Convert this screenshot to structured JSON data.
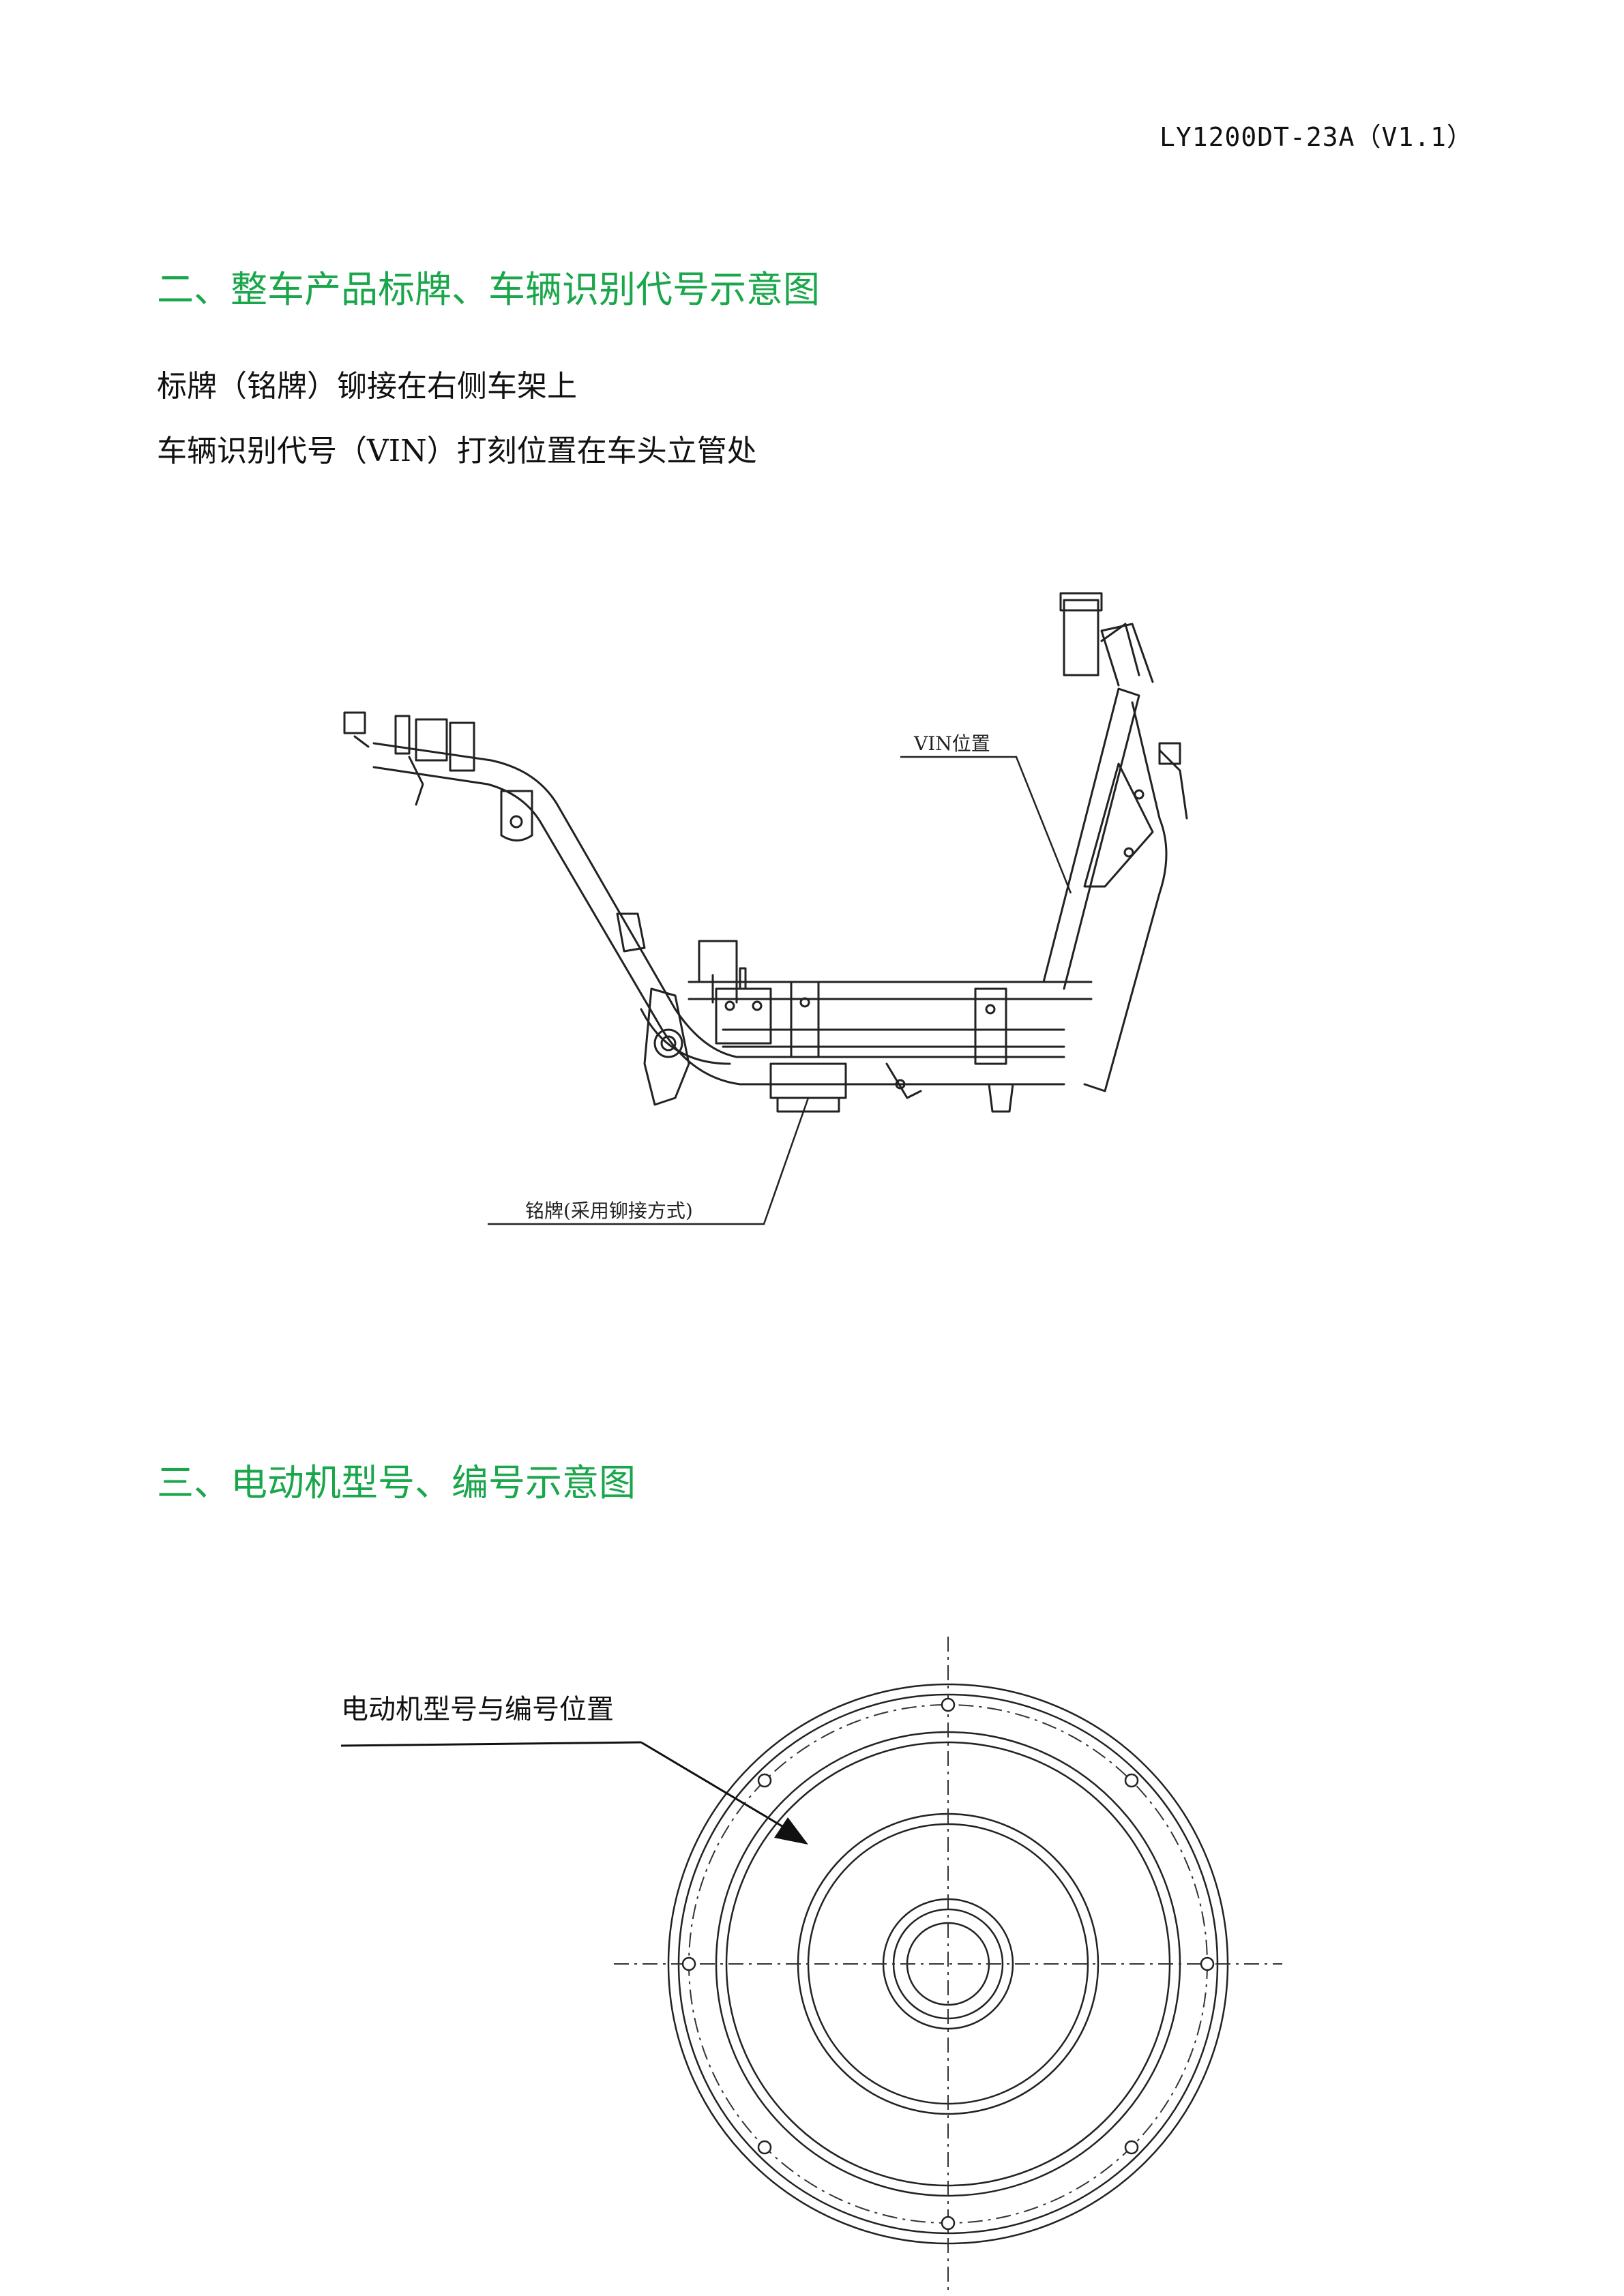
{
  "header": {
    "doc_code": "LY1200DT-23A（V1.1）"
  },
  "section2": {
    "title": "二、整车产品标牌、车辆识别代号示意图",
    "line1": "标牌（铭牌）铆接在右侧车架上",
    "line2": "车辆识别代号（VIN）打刻位置在车头立管处",
    "frame_figure": {
      "vin_label": "VIN位置",
      "plate_label": "铭牌(采用铆接方式)"
    }
  },
  "section3": {
    "title": "三、电动机型号、编号示意图",
    "motor_figure": {
      "label": "电动机型号与编号位置"
    }
  }
}
